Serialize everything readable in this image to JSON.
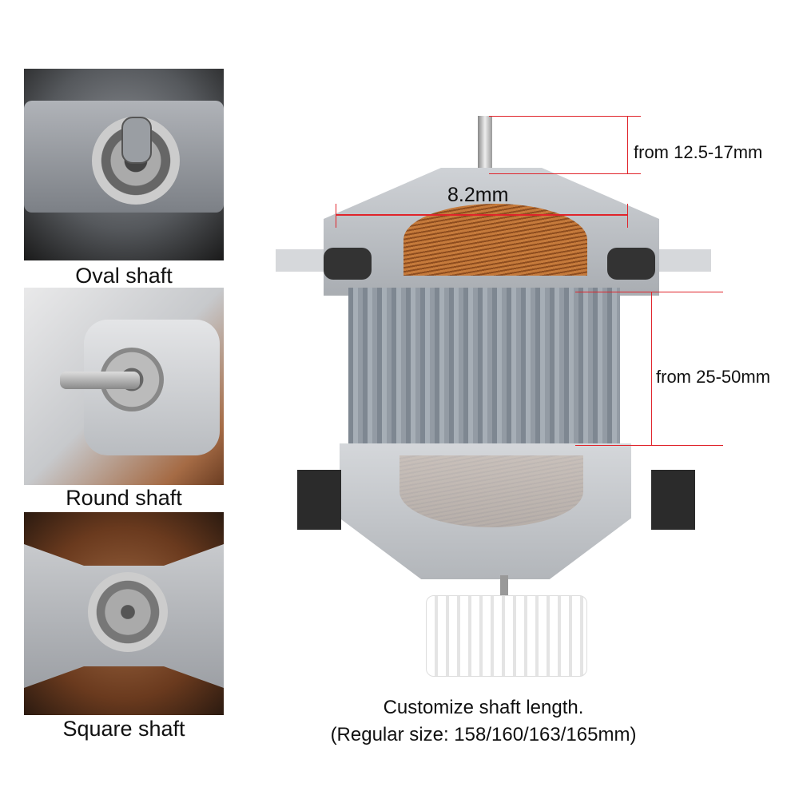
{
  "panels": [
    {
      "caption": "Oval shaft"
    },
    {
      "caption": "Round shaft"
    },
    {
      "caption": "Square shaft"
    }
  ],
  "dimensions": {
    "shaft_extension": "from 12.5-17mm",
    "shaft_diameter": "8.2mm",
    "stack_height": "from 25-50mm"
  },
  "footer": {
    "line1": "Customize shaft length.",
    "line2": "(Regular size: 158/160/163/165mm)"
  },
  "colors": {
    "dimension_line": "#e0242b",
    "copper": "#b8692e",
    "aluminum": "#c9ccd0"
  }
}
